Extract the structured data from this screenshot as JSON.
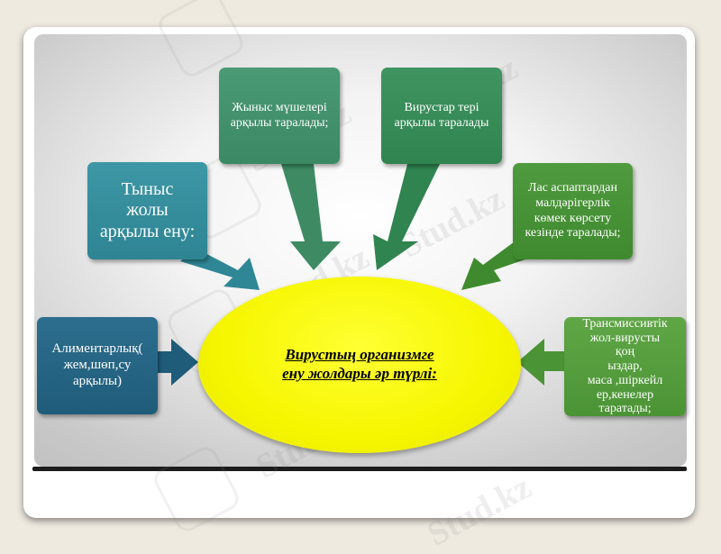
{
  "boxes": {
    "breathing": "Тыныс\nжолы\nарқылы ену:",
    "sexual": "Жыныс мүшелері\nарқылы таралады;",
    "skin": "Вирустар тері\nарқылы таралады",
    "vet_tools": "Лас аспаптардан\nмалдәрігерлік\nкөмек көрсету\nкезінде таралады;",
    "transmissive": "Трансмиссивтік\nжол-вирусты\nқоң\nыздар,\nмаса ,шіркейл\nер,кенелер\nтаратады;",
    "alimentary": "Алиментарлық(\nжем,шөп,су\nарқылы)"
  },
  "center_text": "Вирустың организмге\nену жолдары әр түрлі:",
  "watermark": "Stud.kz",
  "colors": {
    "center": "#f6f600",
    "teal": "#3d97a5",
    "blue": "#2d6e8e",
    "green": "#3f9460",
    "light_green": "#5fa646"
  }
}
